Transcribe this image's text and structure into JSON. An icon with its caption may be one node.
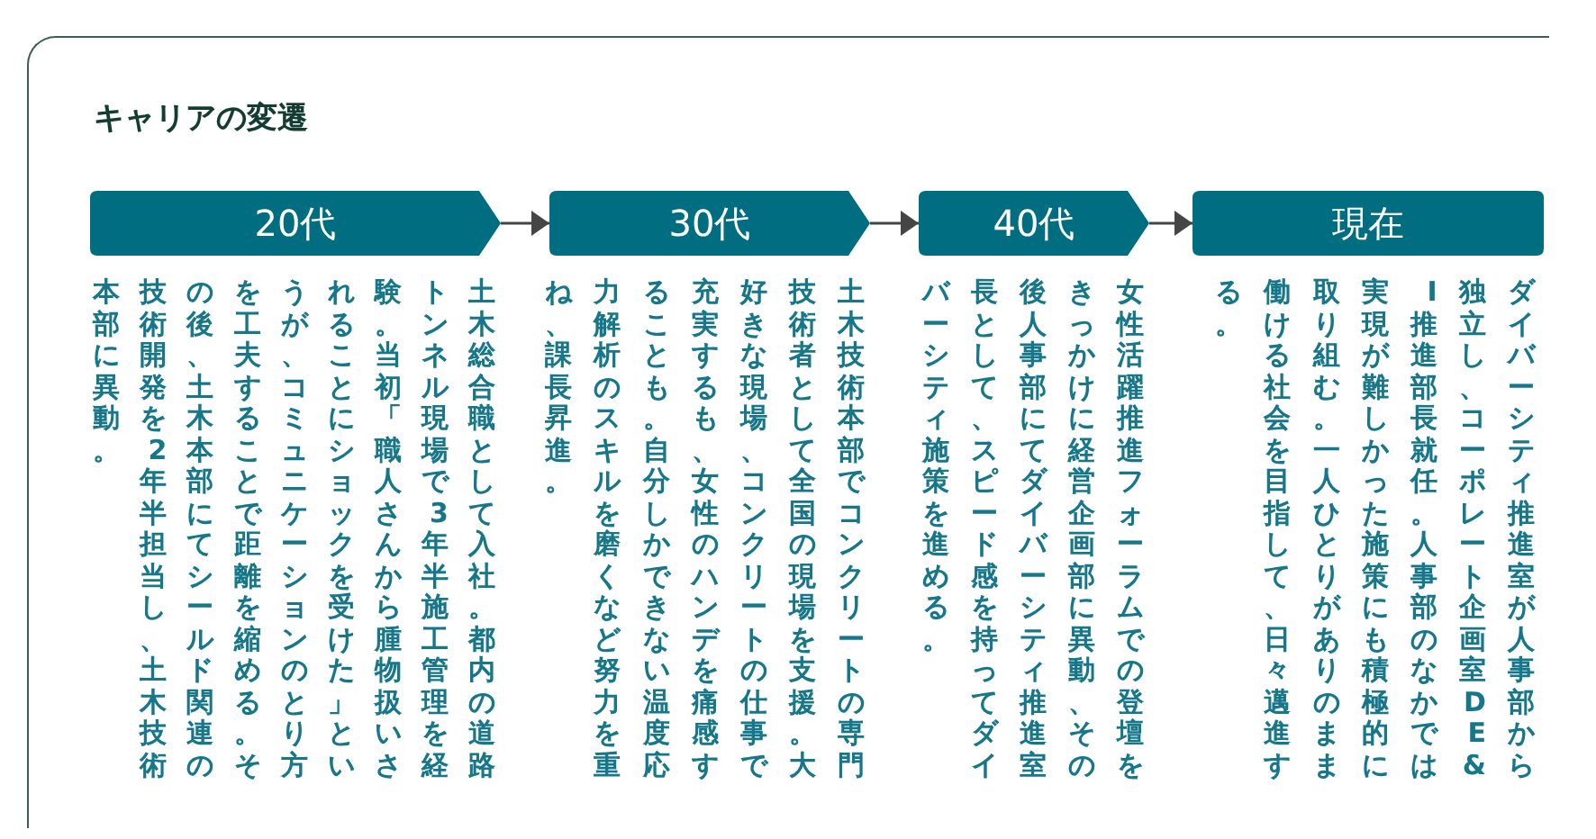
{
  "diagram": {
    "title": "キャリアの変遷",
    "nodes": [
      {
        "text": [
          "20代"
        ],
        "beside": [
          "土木総合職として入社。都内の道路トンネル現場で3年半施工管理を経験。当初「職人さんから腫物扱いされることにショックを受けた」というが、コミュニケーションのとり方を工夫することで距離を縮める。その後、土木本部にてシールド関連の技術開発を2年半担当し、土木技術本部に異動。"
        ]
      },
      {
        "text": [
          "30代"
        ],
        "beside": [
          "土木技術本部でコンクリートの専門技術者として全国の現場を支援。大好きな現場、コンクリートの仕事で充実するも、女性のハンデを痛感することも。自分しかできない温度応力解析のスキルを磨くなど努力を重ね、課長昇進。"
        ]
      },
      {
        "text": [
          "40代"
        ],
        "beside": [
          "女性活躍推進フォーラムでの登壇をきっかけに経営企画部に異動、その後人事部にてダイバーシティ推進室長として、スピード感を持ってダイバーシティ施策を進める。"
        ]
      },
      {
        "text": [
          "現在"
        ],
        "beside": [
          "ダイバーシティ推進室が人事部から独立し、コーポレート企画室DE&I推進部長就任。人事部のなかでは実現が難しかった施策にも積極的に取り組む。一人ひとりがありのまま働ける社会を目指して、日々邁進する。"
        ]
      }
    ],
    "edges": [
      {
        "from": 0,
        "to": 1,
        "arrow": "to"
      },
      {
        "from": 1,
        "to": 2,
        "arrow": "to"
      },
      {
        "from": 2,
        "to": 3,
        "arrow": "to"
      }
    ]
  }
}
